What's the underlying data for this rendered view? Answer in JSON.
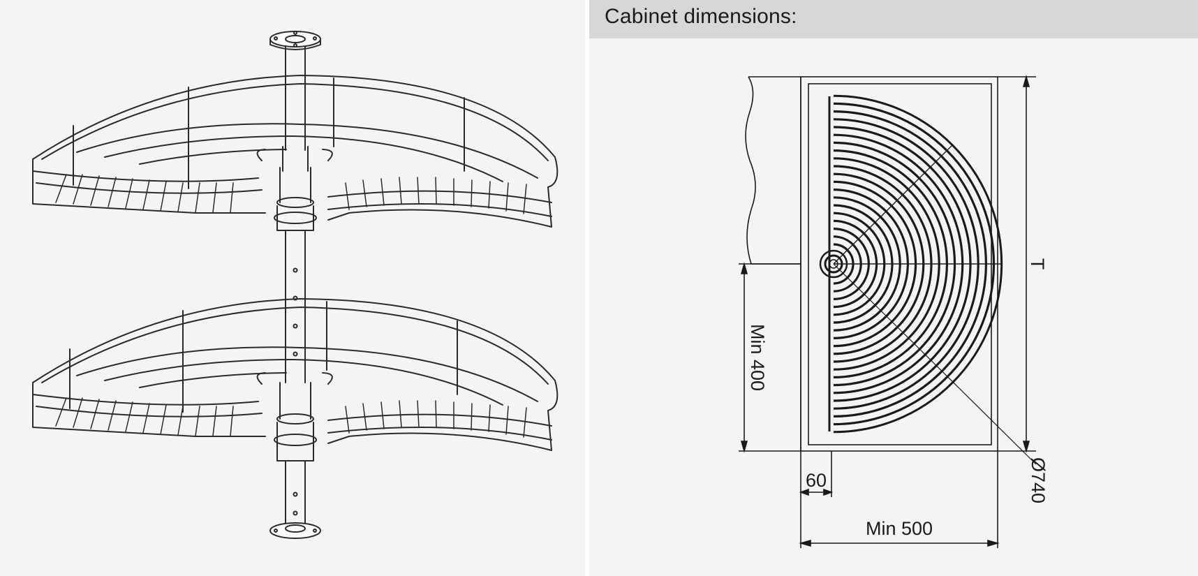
{
  "header": {
    "title": "Cabinet dimensions:"
  },
  "dimensions": {
    "min_depth": "Min 400",
    "offset": "60",
    "min_width": "Min 500",
    "depth_symbol": "T",
    "diameter": "Ø740"
  }
}
